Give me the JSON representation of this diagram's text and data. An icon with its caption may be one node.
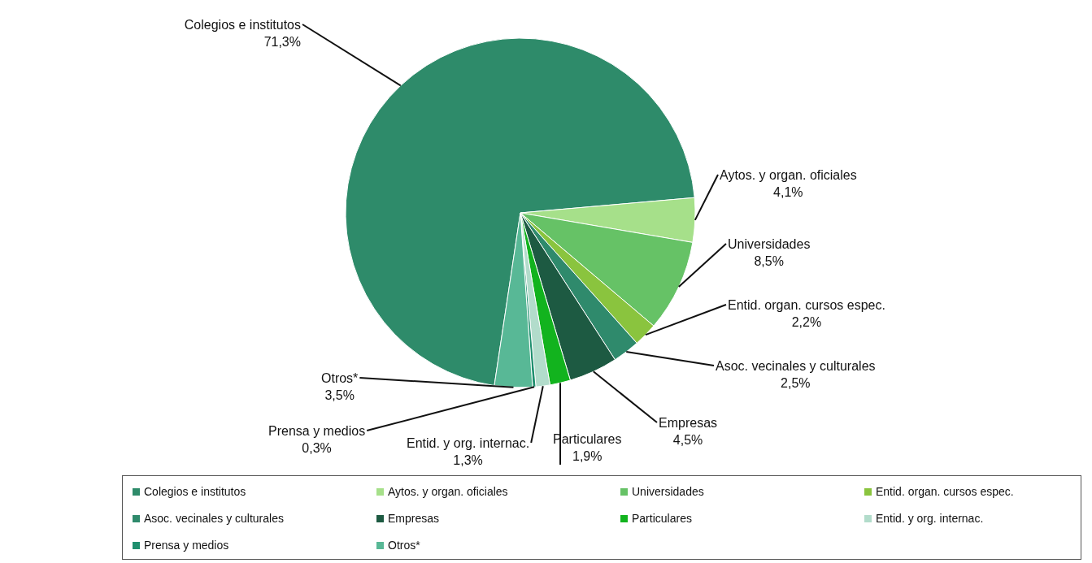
{
  "diagram": {
    "legend": [
      {
        "text": "Colegios e institutos",
        "color": "#2e8b6a"
      },
      {
        "text": "Aytos. y organ. oficiales",
        "color": "#a6e08a"
      },
      {
        "text": "Universidades",
        "color": "#66c266"
      },
      {
        "text": "Entid. organ. cursos espec.",
        "color": "#8ac43e"
      },
      {
        "text": "Asoc. vecinales y culturales",
        "color": "#2f8a6c"
      },
      {
        "text": "Empresas",
        "color": "#1d5a42"
      },
      {
        "text": "Particulares",
        "color": "#12b31e"
      },
      {
        "text": "Entid. y org. internac.",
        "color": "#b2dccb"
      },
      {
        "text": "Prensa y medios",
        "color": "#1f8f6e"
      },
      {
        "text": "Otros*",
        "color": "#58b896"
      }
    ],
    "chart_data": {
      "type": "pie",
      "categories": [
        "Colegios e institutos",
        "Aytos. y organ. oficiales",
        "Universidades",
        "Entid. organ. cursos espec.",
        "Asoc. vecinales y culturales",
        "Empresas",
        "Particulares",
        "Entid. y org. internac.",
        "Prensa y medios",
        "Otros*"
      ],
      "values": [
        71.3,
        4.1,
        8.5,
        2.2,
        2.5,
        4.5,
        1.9,
        1.3,
        0.3,
        3.5
      ],
      "value_labels": [
        "71,3%",
        "4,1%",
        "8,5%",
        "2,2%",
        "2,5%",
        "4,5%",
        "1,9%",
        "1,3%",
        "0,3%",
        "3,5%"
      ]
    }
  }
}
